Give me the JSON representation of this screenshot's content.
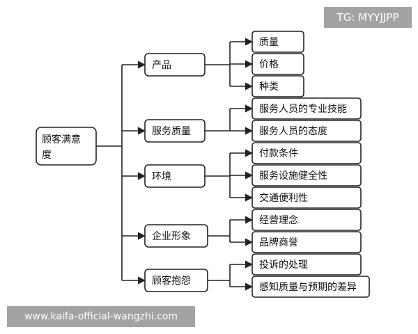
{
  "watermarks": {
    "top_right": "TG: MYYJJPP",
    "bottom_left": "www.kaifa-official-wangzhi.com"
  },
  "root": {
    "line1": "顾客满意",
    "line2": "度"
  },
  "categories": [
    {
      "label": "产品",
      "items": [
        "质量",
        "价格",
        "种类"
      ]
    },
    {
      "label": "服务质量",
      "items": [
        "服务人员的专业技能",
        "服务人员的态度"
      ]
    },
    {
      "label": "环境",
      "items": [
        "付款条件",
        "服务设施健全性",
        "交通便利性"
      ]
    },
    {
      "label": "企业形象",
      "items": [
        "经营理念",
        "品牌商誉"
      ]
    },
    {
      "label": "顾客抱怨",
      "items": [
        "投诉的处理",
        "感知质量与预期的差异"
      ]
    }
  ]
}
